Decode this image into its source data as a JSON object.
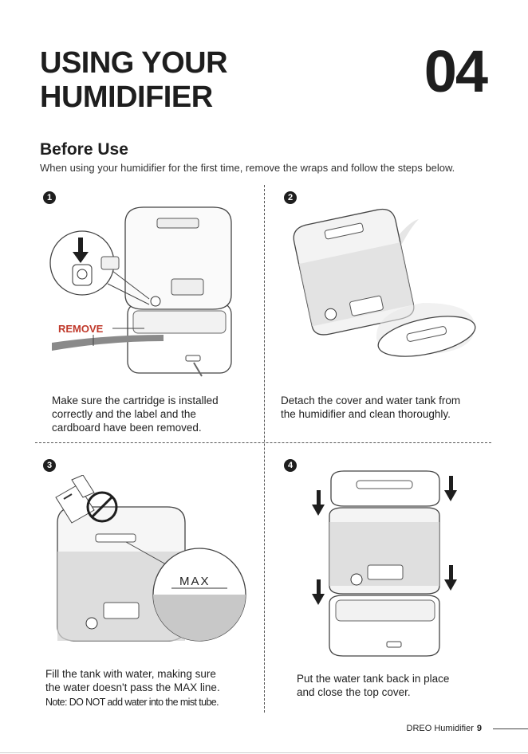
{
  "header": {
    "title_line1": "USING YOUR",
    "title_line2": "HUMIDIFIER",
    "chapter_number": "04"
  },
  "section": {
    "title": "Before Use",
    "intro": "When using your humidifier for the first time, remove the wraps and follow the steps below."
  },
  "steps": [
    {
      "number": "1",
      "label_remove": "REMOVE",
      "caption_lines": [
        "Make sure the cartridge is installed",
        "correctly and the label and the",
        "cardboard have been removed."
      ]
    },
    {
      "number": "2",
      "caption_lines": [
        "Detach the cover and water tank from",
        "the humidifier and clean thoroughly."
      ]
    },
    {
      "number": "3",
      "label_max": "MAX",
      "caption_lines": [
        "Fill the tank with water, making sure",
        "the water doesn't pass the MAX line."
      ],
      "note": "Note: DO NOT add water into the mist tube."
    },
    {
      "number": "4",
      "caption_lines": [
        "Put the water tank back in place",
        "and close the top cover."
      ]
    }
  ],
  "footer": {
    "brand": "DREO Humidifier",
    "page": "9"
  },
  "colors": {
    "text": "#1e1e1e",
    "remove_label": "#c0392b",
    "water_gray": "#c8c8c8"
  }
}
